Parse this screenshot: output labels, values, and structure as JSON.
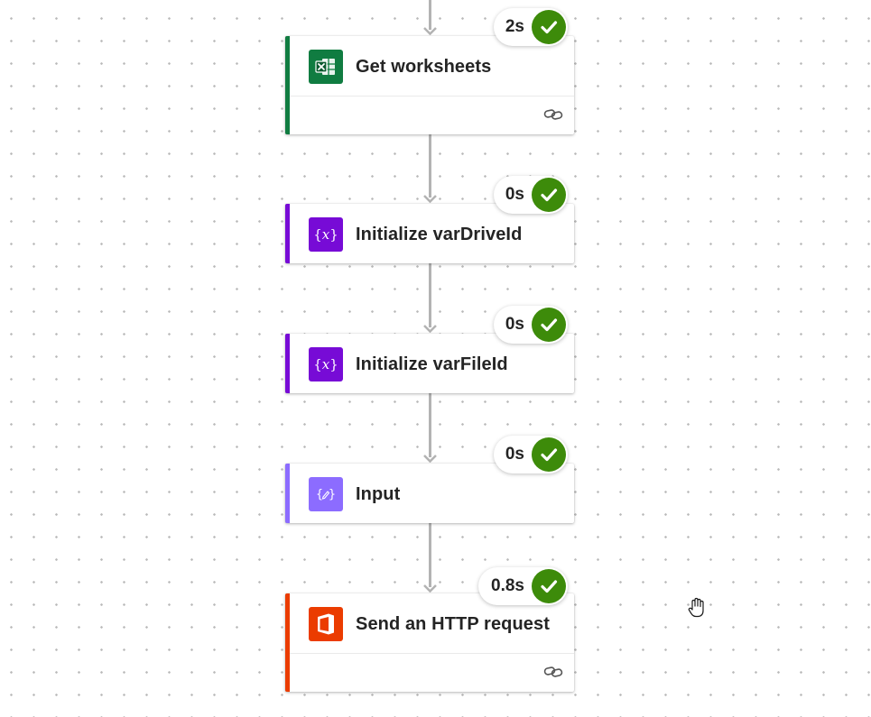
{
  "flow": {
    "steps": [
      {
        "title": "Get worksheets",
        "duration": "2s",
        "icon": "excel-icon",
        "accent": "#107c41",
        "has_footer": true
      },
      {
        "title": "Initialize varDriveId",
        "duration": "0s",
        "icon": "variable-icon",
        "accent": "#770bd6",
        "has_footer": false
      },
      {
        "title": "Initialize varFileId",
        "duration": "0s",
        "icon": "variable-icon",
        "accent": "#770bd6",
        "has_footer": false
      },
      {
        "title": "Input",
        "duration": "0s",
        "icon": "compose-icon",
        "accent": "#8c6cff",
        "has_footer": false
      },
      {
        "title": "Send an HTTP request",
        "duration": "0.8s",
        "icon": "office-icon",
        "accent": "#eb3c00",
        "has_footer": true
      }
    ]
  },
  "colors": {
    "success": "#3d8b0a",
    "connector": "#b3b3b3",
    "canvas_dots": "#b9b9b9"
  },
  "icons": {
    "status": "checkmark-icon",
    "link": "link-icon",
    "cursor": "hand-cursor-icon"
  }
}
